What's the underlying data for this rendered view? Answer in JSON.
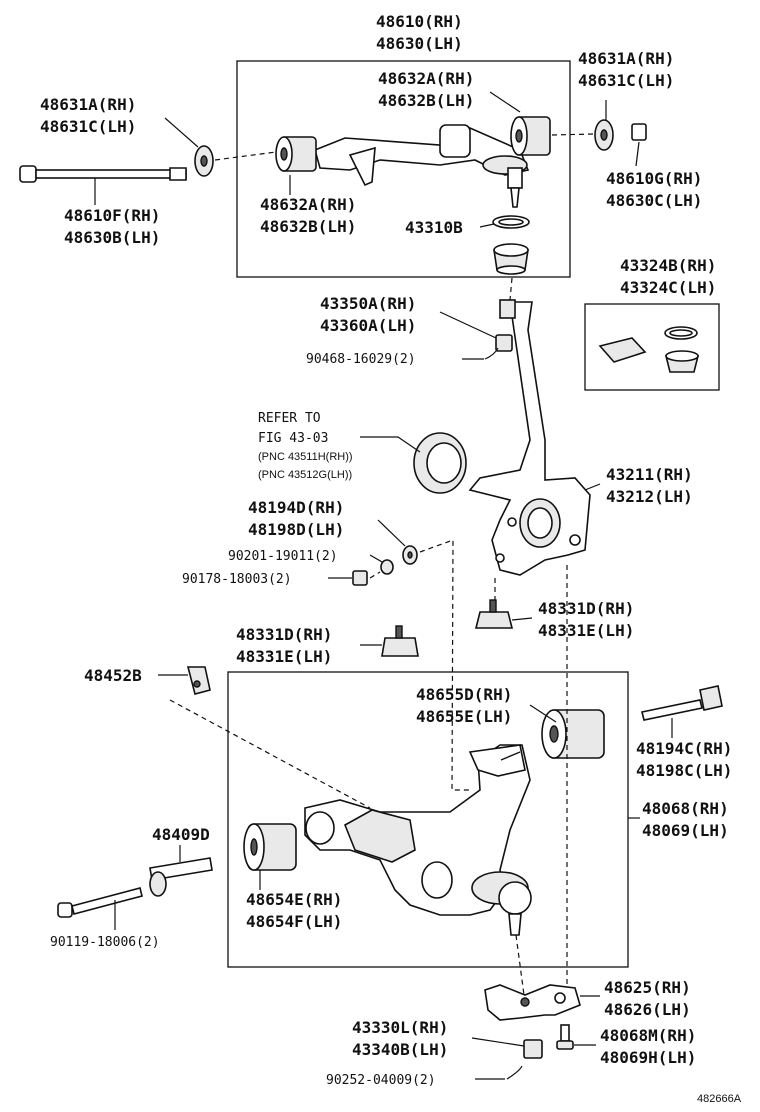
{
  "labels": {
    "upper_arm_rh": "48610(RH)",
    "upper_arm_lh": "48630(LH)",
    "bushing_upper_rh_a": "48632A(RH)",
    "bushing_upper_lh_a": "48632B(LH)",
    "bushing_upper_rh_b": "48632A(RH)",
    "bushing_upper_lh_b": "48632B(LH)",
    "washer_r_rh": "48631A(RH)",
    "washer_r_lh": "48631C(LH)",
    "washer_l_rh": "48631A(RH)",
    "washer_l_lh": "48631C(LH)",
    "nut_upper_rh": "48610G(RH)",
    "nut_upper_lh": "48630C(LH)",
    "bolt_upper_rh": "48610F(RH)",
    "bolt_upper_lh": "48630B(LH)",
    "ring_43310": "43310B",
    "boot_kit_rh": "43324B(RH)",
    "boot_kit_lh": "43324C(LH)",
    "nut_43350": "43350A(RH)",
    "nut_43360": "43360A(LH)",
    "pin_90468": "90468-16029(2)",
    "refer_1": "REFER TO",
    "refer_2": "FIG 43-03",
    "refer_3": "(PNC 43511H(RH))",
    "refer_4": "(PNC 43512G(LH))",
    "knuckle_rh": "43211(RH)",
    "knuckle_lh": "43212(LH)",
    "washer_48194d": "48194D(RH)",
    "washer_48198d": "48198D(LH)",
    "washer_90201": "90201-19011(2)",
    "nut_90178": "90178-18003(2)",
    "stopper_r_rh": "48331D(RH)",
    "stopper_r_lh": "48331E(LH)",
    "stopper_l_rh": "48331D(RH)",
    "stopper_l_lh": "48331E(LH)",
    "cam_48452": "48452B",
    "bushing_lower_rh": "48655D(RH)",
    "bushing_lower_lh": "48655E(LH)",
    "bolt_lower_rh": "48194C(RH)",
    "bolt_lower_lh": "48198C(LH)",
    "lower_arm_rh": "48068(RH)",
    "lower_arm_lh": "48069(LH)",
    "cam_48409": "48409D",
    "bushing_48654e": "48654E(RH)",
    "bushing_48654f": "48654F(LH)",
    "bolt_90119": "90119-18006(2)",
    "bracket_rh": "48625(RH)",
    "bracket_lh": "48626(LH)",
    "nut_43330": "43330L(RH)",
    "nut_43340": "43340B(LH)",
    "bolt_48068m": "48068M(RH)",
    "bolt_48069h": "48069H(LH)",
    "pin_90252": "90252-04009(2)",
    "figure_code": "482666A"
  }
}
